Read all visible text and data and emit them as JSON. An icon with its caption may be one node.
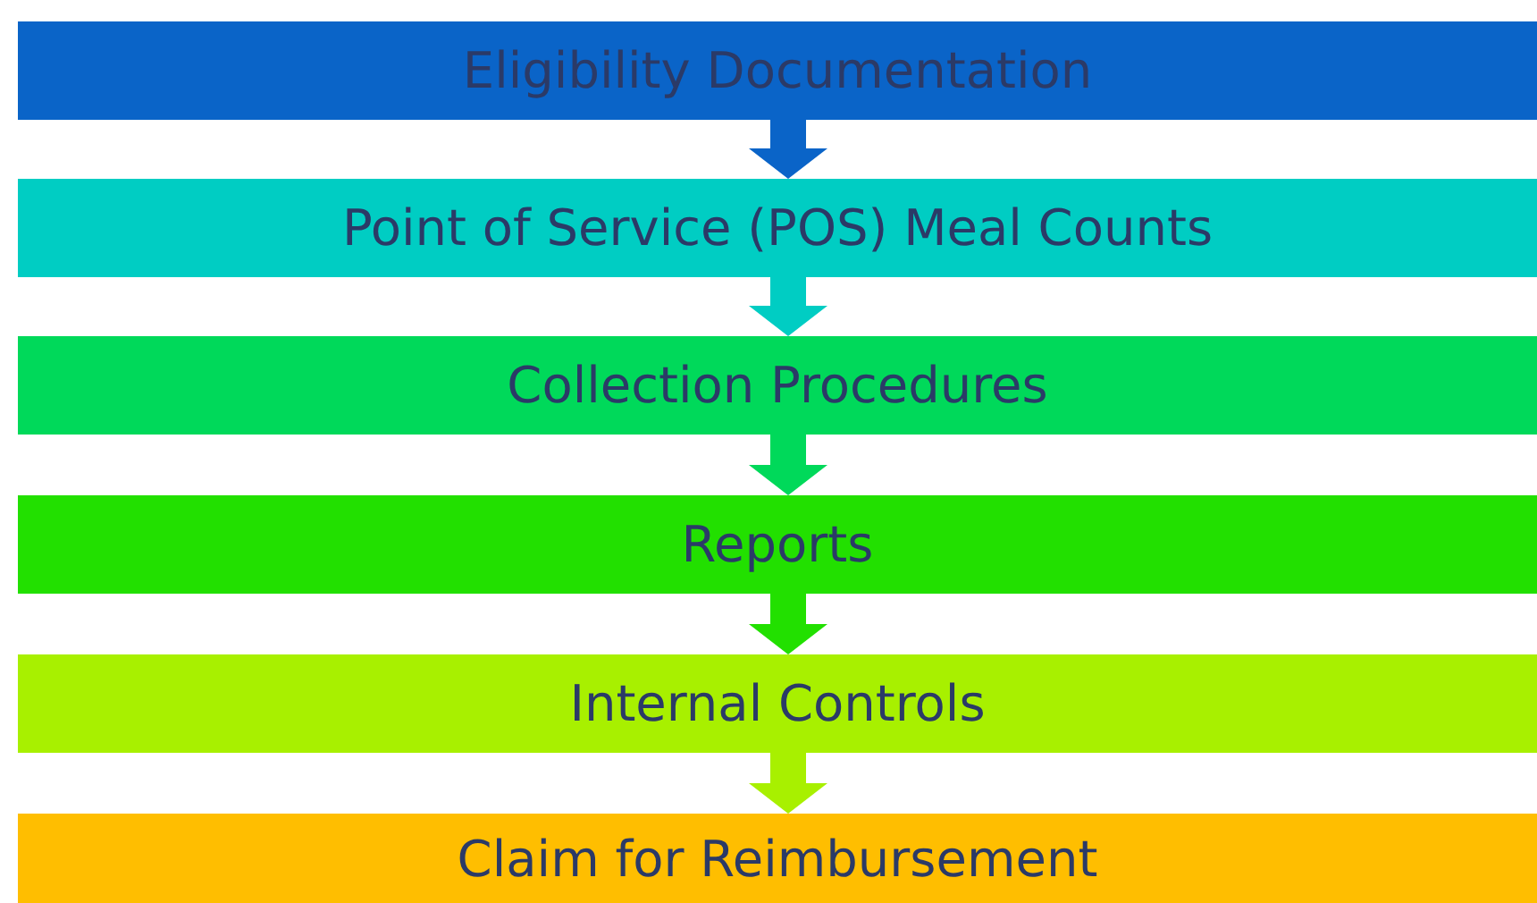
{
  "diagram": {
    "nodes": [
      {
        "text": [
          "Eligibility Documentation"
        ]
      },
      {
        "text": [
          "Point of Service (POS) Meal Counts"
        ]
      },
      {
        "text": [
          "Collection Procedures"
        ]
      },
      {
        "text": [
          "Reports"
        ]
      },
      {
        "text": [
          "Internal Controls"
        ]
      },
      {
        "text": [
          "Claim for Reimbursement"
        ]
      }
    ],
    "edges": [
      {
        "from": 0,
        "to": 1,
        "arrow": "to",
        "color": "#0a64c8"
      },
      {
        "from": 1,
        "to": 2,
        "arrow": "to",
        "color": "#00cdc3"
      },
      {
        "from": 2,
        "to": 3,
        "arrow": "to",
        "color": "#00d95a"
      },
      {
        "from": 3,
        "to": 4,
        "arrow": "to",
        "color": "#22e000"
      },
      {
        "from": 4,
        "to": 5,
        "arrow": "to",
        "color": "#a8f000"
      }
    ]
  }
}
